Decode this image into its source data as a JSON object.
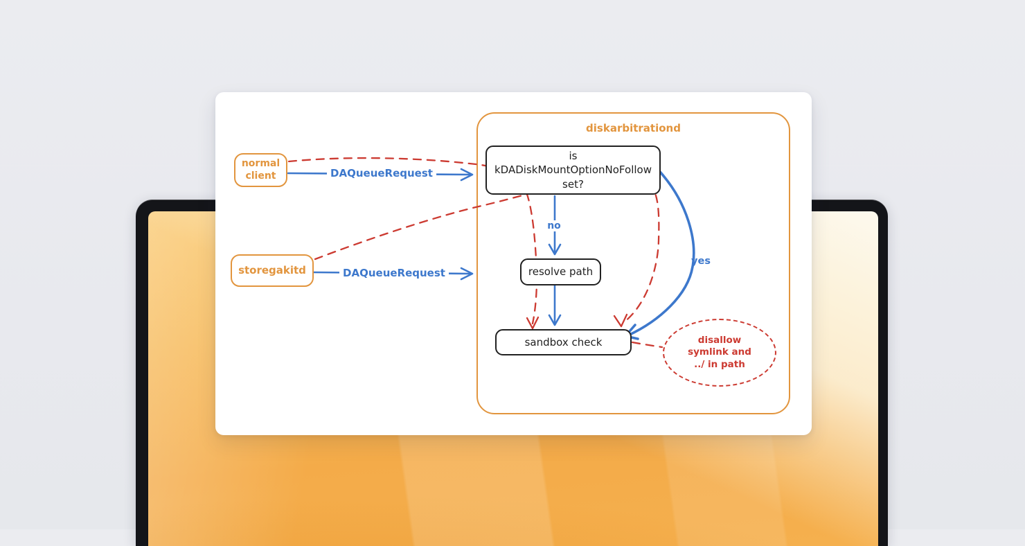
{
  "diagram": {
    "container_label": "diskarbitrationd",
    "nodes": {
      "normal_client": "normal\nclient",
      "storegakitd": "storegakitd",
      "question": "is kDADiskMountOptionNoFollow\nset?",
      "resolve_path": "resolve path",
      "sandbox_check": "sandbox check",
      "disallow_note": "disallow\nsymlink and\n../ in path"
    },
    "edge_labels": {
      "daqueue_request_1": "DAQueueRequest",
      "daqueue_request_2": "DAQueueRequest",
      "no": "no",
      "yes": "yes"
    },
    "colors": {
      "accent_orange": "#e2953e",
      "arrow_blue": "#3d78cc",
      "arrow_red": "#cc3a31",
      "ink": "#212121",
      "card_background": "#ffffff",
      "desktop_background": "#e8e9ee",
      "wallpaper_orange": "#f5b04e",
      "wallpaper_cream": "#fdf9ee",
      "laptop_bezel": "#141519"
    }
  }
}
